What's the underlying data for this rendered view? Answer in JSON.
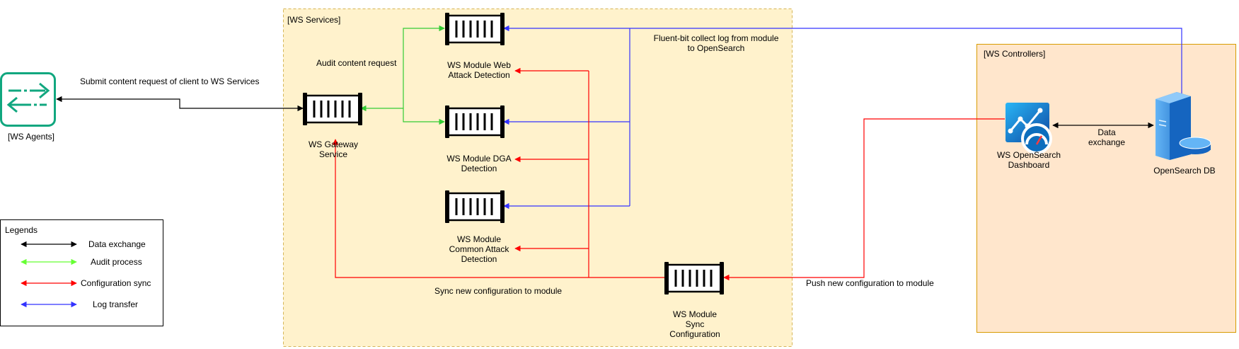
{
  "groups": {
    "services": "[WS Services]",
    "controllers": "[WS Controllers]"
  },
  "nodes": {
    "agents": "[WS Agents]",
    "gateway": [
      "WS Gateway",
      "Service"
    ],
    "web_attack": [
      "WS Module Web",
      "Attack Detection"
    ],
    "dga": [
      "WS Module DGA",
      "Detection"
    ],
    "common_attack": [
      "WS Module",
      "Common Attack",
      "Detection"
    ],
    "sync_config": [
      "WS Module",
      "Sync",
      "Configuration"
    ],
    "dashboard": [
      "WS OpenSearch",
      "Dashboard"
    ],
    "opensearch_db": "OpenSearch DB"
  },
  "edge_labels": {
    "submit": "Submit content request of client to WS Services",
    "audit": "Audit content request",
    "fluent": [
      "Fluent-bit collect log from module",
      "to OpenSearch"
    ],
    "data_exchange": [
      "Data",
      "exchange"
    ],
    "sync_new": "Sync new configuration to module",
    "push_new": "Push new configuration to module"
  },
  "legend": {
    "title": "Legends",
    "items": [
      {
        "label": "Data exchange",
        "color": "#000000"
      },
      {
        "label": "Audit process",
        "color": "#66ff33"
      },
      {
        "label": "Configuration sync",
        "color": "#ff0000"
      },
      {
        "label": "Log transfer",
        "color": "#3333ff"
      }
    ]
  },
  "colors": {
    "data": "#000000",
    "audit": "#33cc33",
    "config": "#ff0000",
    "log": "#3333ff",
    "group_fill": "#fff2cc",
    "services_border": "#d6b656",
    "controllers_border": "#d79b00",
    "agents_icon": "#11a77f",
    "db_blue": "#1e88e5"
  }
}
